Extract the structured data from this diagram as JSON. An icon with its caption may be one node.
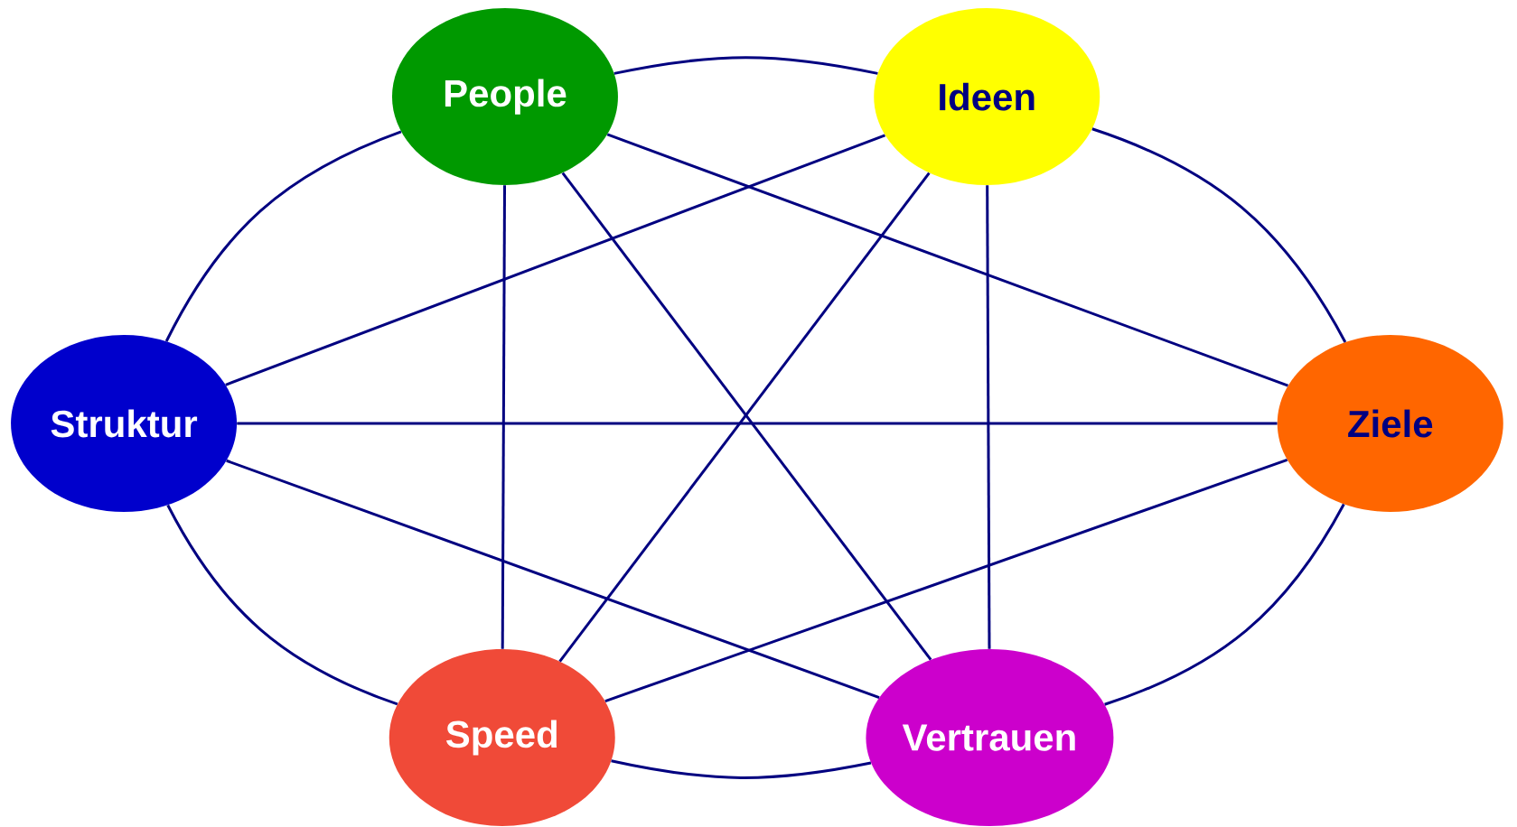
{
  "diagram": {
    "nodes": [
      {
        "text": [
          "People"
        ]
      },
      {
        "text": [
          "Ideen"
        ]
      },
      {
        "text": [
          "Struktur"
        ]
      },
      {
        "text": [
          "Ziele"
        ]
      },
      {
        "text": [
          "Speed"
        ]
      },
      {
        "text": [
          "Vertrauen"
        ]
      }
    ],
    "edges": [
      {
        "from": 2,
        "to": 0,
        "arrow": "none"
      },
      {
        "from": 0,
        "to": 1,
        "arrow": "none"
      },
      {
        "from": 1,
        "to": 3,
        "arrow": "none"
      },
      {
        "from": 3,
        "to": 5,
        "arrow": "none"
      },
      {
        "from": 5,
        "to": 4,
        "arrow": "none"
      },
      {
        "from": 4,
        "to": 2,
        "arrow": "none"
      },
      {
        "from": 0,
        "to": 3,
        "arrow": "none"
      },
      {
        "from": 0,
        "to": 4,
        "arrow": "none"
      },
      {
        "from": 0,
        "to": 5,
        "arrow": "none"
      },
      {
        "from": 1,
        "to": 2,
        "arrow": "none"
      },
      {
        "from": 1,
        "to": 4,
        "arrow": "none"
      },
      {
        "from": 1,
        "to": 5,
        "arrow": "none"
      },
      {
        "from": 2,
        "to": 3,
        "arrow": "none"
      },
      {
        "from": 2,
        "to": 5,
        "arrow": "none"
      },
      {
        "from": 3,
        "to": 4,
        "arrow": "none"
      }
    ]
  }
}
